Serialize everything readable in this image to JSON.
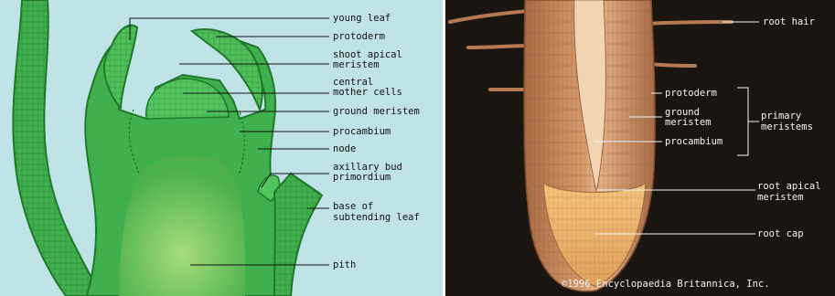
{
  "shoot_panel": {
    "labels": {
      "young_leaf": "young leaf",
      "protoderm": "protoderm",
      "sam_1": "shoot apical",
      "sam_2": "meristem",
      "cmc_1": "central",
      "cmc_2": "mother cells",
      "ground_meristem": "ground meristem",
      "procambium": "procambium",
      "node": "node",
      "axb_1": "axillary bud",
      "axb_2": "primordium",
      "bsl_1": "base of",
      "bsl_2": "subtending leaf",
      "pith": "pith"
    },
    "colors": {
      "background": "#bfe3e6",
      "tissue": "#3fb04d",
      "tissue_dark": "#1f7a2c",
      "pith": "#8ccf6e"
    }
  },
  "root_panel": {
    "labels": {
      "root_hair": "root hair",
      "protoderm": "protoderm",
      "gm_1": "ground",
      "gm_2": "meristem",
      "procambium": "procambium",
      "primary_1": "primary",
      "primary_2": "meristems",
      "ram_1": "root apical",
      "ram_2": "meristem",
      "root_cap": "root cap"
    },
    "colors": {
      "background": "#1b1512",
      "tissue": "#c98a5c",
      "cap": "#f0b46a"
    }
  },
  "copyright": "©1996 Encyclopaedia Britannica, Inc."
}
